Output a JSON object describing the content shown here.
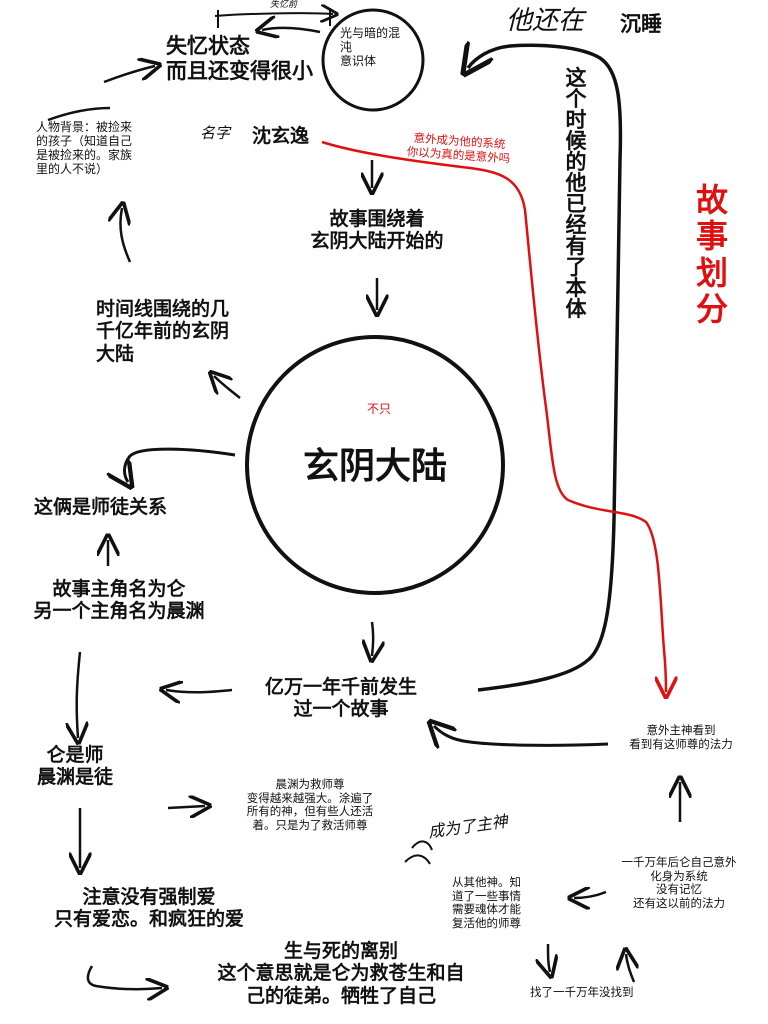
{
  "nodes": {
    "center_title": "玄阴大陆",
    "center_note": "不只",
    "small_circle": "光与暗的混\n沌\n意识体",
    "small_circle_annot": "失忆前",
    "amnesia": "失忆状态\n而且还变得很小",
    "still_sleeping_hand": "他还在",
    "still_sleeping": "沉睡",
    "vertical_text": "这\n个\n时\n候\n的\n他\n已\n经\n有\n了\n本\n体",
    "story_division": "故\n事\n划\n分",
    "background": "人物背景：被捡来\n的孩子（知道自己\n是被捡来的。家族\n里的人不说）",
    "name_hand": "名字",
    "name": "沈玄逸",
    "red_note": "意外成为他的系统\n你以为真的是意外吗",
    "story_around": "故事围绕着\n玄阴大陆开始的",
    "timeline": "时间线围绕的几\n千亿年前的玄阴\n大陆",
    "master_disciple": "这俩是师徒关系",
    "protagonists": "故事主角名为仑\n另一个主角名为晨渊",
    "story_happened": "亿万一年千前发生\n过一个故事",
    "god_saw": "意外主神看到\n看到有这师尊的法力",
    "roles": "仑是师\n晨渊是徒",
    "chenyuan_growth": "晨渊为救师尊\n变得越来越强大。涂遍了\n所有的神，但有些人还活\n着。只是为了救活师尊",
    "became_god_hand": "成为了主神",
    "from_gods": "从其他神。知\n道了一些事情\n需要魂体才能\n复活他的师尊",
    "ten_million": "一千万年后仑自己意外\n化身为系统\n没有记忆\n还有这以前的法力",
    "note_love": "注意没有强制爱\n只有爱恋。和疯狂的爱",
    "separation": "生与死的离别\n这个意思就是仑为救苍生和自\n己的徒弟。牺牲了自己",
    "searched": "找了一千万年没找到"
  },
  "colors": {
    "ink": "#111111",
    "accent": "#e01010"
  }
}
